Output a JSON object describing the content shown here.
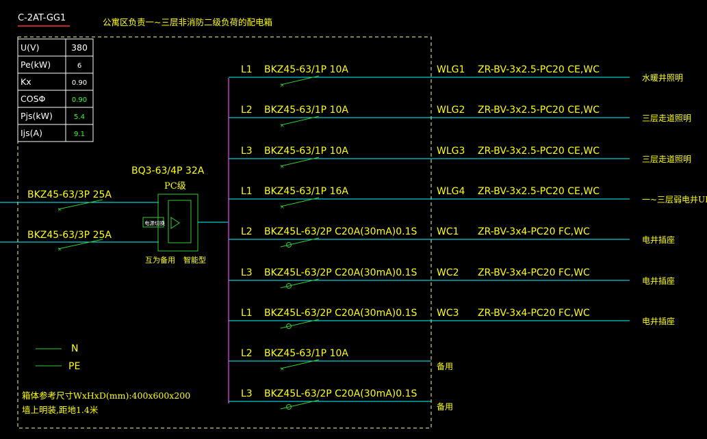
{
  "colors": {
    "background": "#000000",
    "text_white": "#ffffff",
    "text_yellow": "#ffff00",
    "text_green": "#33ff33",
    "line_cyan": "#00ffff",
    "bus_magenta": "#cc33cc",
    "breaker_green": "#33cc33",
    "box_border": "#ffff99",
    "title_underline": "#ff3333"
  },
  "panel": {
    "id": "C-2AT-GG1",
    "title": "公寓区负责一~三层非消防二级负荷的配电箱"
  },
  "param_table": [
    {
      "label": "U(V)",
      "value": "380"
    },
    {
      "label": "Pe(kW)",
      "value": "6"
    },
    {
      "label": "Kx",
      "value": "0.90"
    },
    {
      "label": "COSΦ",
      "value": "0.90"
    },
    {
      "label": "Pjs(kW)",
      "value": "5.4"
    },
    {
      "label": "Ijs(A)",
      "value": "9.1"
    }
  ],
  "incoming": {
    "breaker1": "BKZ45-63/3P 25A",
    "breaker2": "BKZ45-63/3P 25A",
    "ats_model": "BQ3-63/4P 32A",
    "ats_class": "PC级",
    "ats_label_inner": "电源切换",
    "ats_note_left": "互为备用",
    "ats_note_right": "智能型"
  },
  "circuits": [
    {
      "phase": "L1",
      "breaker": "BKZ45-63/1P 10A",
      "id": "WLG1",
      "cable": "ZR-BV-3x2.5-PC20  CE,WC",
      "load": "水暖井照明",
      "rcd": false
    },
    {
      "phase": "L2",
      "breaker": "BKZ45-63/1P 10A",
      "id": "WLG2",
      "cable": "ZR-BV-3x2.5-PC20  CE,WC",
      "load": "三层走道照明",
      "rcd": false
    },
    {
      "phase": "L3",
      "breaker": "BKZ45-63/1P 10A",
      "id": "WLG3",
      "cable": "ZR-BV-3x2.5-PC20  CE,WC",
      "load": "三层走道照明",
      "rcd": false
    },
    {
      "phase": "L1",
      "breaker": "BKZ45-63/1P 16A",
      "id": "WLG4",
      "cable": "ZR-BV-3x2.5-PC20  CE,WC",
      "load": "一~三层弱电井UPS",
      "rcd": false
    },
    {
      "phase": "L2",
      "breaker": "BKZ45L-63/2P C20A(30mA)0.1S",
      "id": "WC1",
      "cable": "ZR-BV-3x4-PC20  FC,WC",
      "load": "电井插座",
      "rcd": true
    },
    {
      "phase": "L3",
      "breaker": "BKZ45L-63/2P C20A(30mA)0.1S",
      "id": "WC2",
      "cable": "ZR-BV-3x4-PC20  FC,WC",
      "load": "电井插座",
      "rcd": true
    },
    {
      "phase": "L1",
      "breaker": "BKZ45L-63/2P C20A(30mA)0.1S",
      "id": "WC3",
      "cable": "ZR-BV-3x4-PC20  FC,WC",
      "load": "电井插座",
      "rcd": true
    },
    {
      "phase": "L2",
      "breaker": "BKZ45-63/1P 10A",
      "id": "",
      "cable": "",
      "load": "",
      "spare": "备用",
      "rcd": false
    },
    {
      "phase": "L3",
      "breaker": "BKZ45L-63/2P C20A(30mA)0.1S",
      "id": "",
      "cable": "",
      "load": "",
      "spare": "备用",
      "rcd": true
    }
  ],
  "legend": [
    {
      "label": "N"
    },
    {
      "label": "PE"
    }
  ],
  "notes": {
    "line1": "箱体参考尺寸WxHxD(mm):400x600x200",
    "line2": "墙上明装,距地1.4米"
  }
}
